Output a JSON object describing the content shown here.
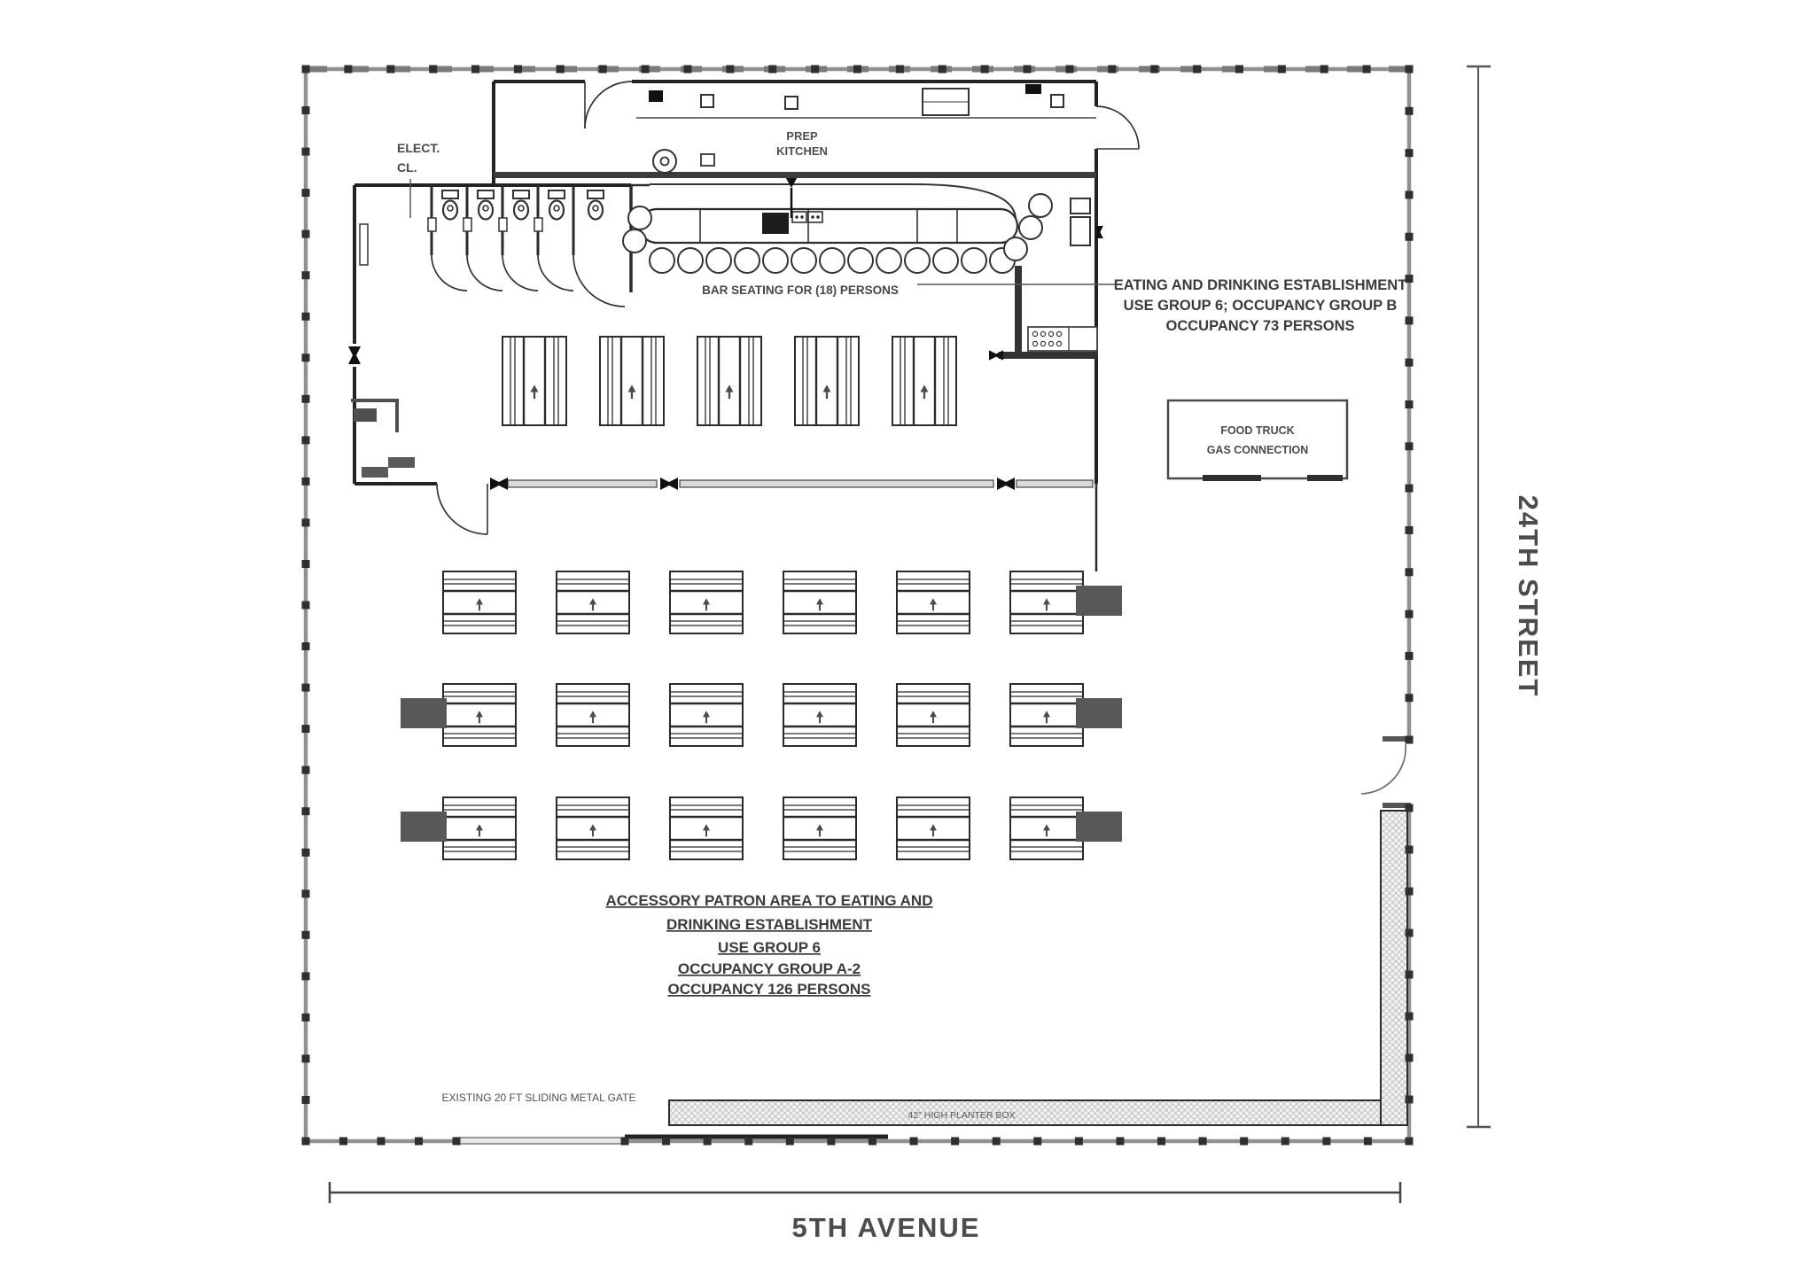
{
  "streets": {
    "right": "24TH STREET",
    "bottom": "5TH AVENUE"
  },
  "rooms": {
    "prep_kitchen": [
      "PREP",
      "KITCHEN"
    ],
    "electrical_closet": [
      "ELECT.",
      "CL."
    ]
  },
  "annotations": {
    "bar_seating": "BAR SEATING FOR (18) PERSONS",
    "eating_establishment": [
      "EATING AND DRINKING ESTABLISHMENT",
      "USE GROUP 6; OCCUPANCY GROUP B",
      "OCCUPANCY 73 PERSONS"
    ],
    "food_truck": [
      "FOOD TRUCK",
      "GAS CONNECTION"
    ],
    "accessory_patron": [
      "ACCESSORY PATRON AREA TO EATING AND",
      "DRINKING ESTABLISHMENT",
      "USE GROUP 6",
      "OCCUPANCY GROUP A-2",
      "OCCUPANCY 126 PERSONS"
    ],
    "gate": "EXISTING 20 FT SLIDING METAL GATE",
    "planter": "42\" HIGH PLANTER BOX"
  },
  "counts": {
    "bar_stools": 18,
    "patio_tables": 18,
    "patio_table_rows": 3,
    "patio_table_cols": 6,
    "interior_tables": 5,
    "restroom_stalls": 5,
    "indoor_occupancy": 73,
    "patio_occupancy": 126
  },
  "colors": {
    "wall": "#232323",
    "fence": "#8f8f8f",
    "annotation": "#3b3b3b",
    "equipment_box": "#585858"
  }
}
